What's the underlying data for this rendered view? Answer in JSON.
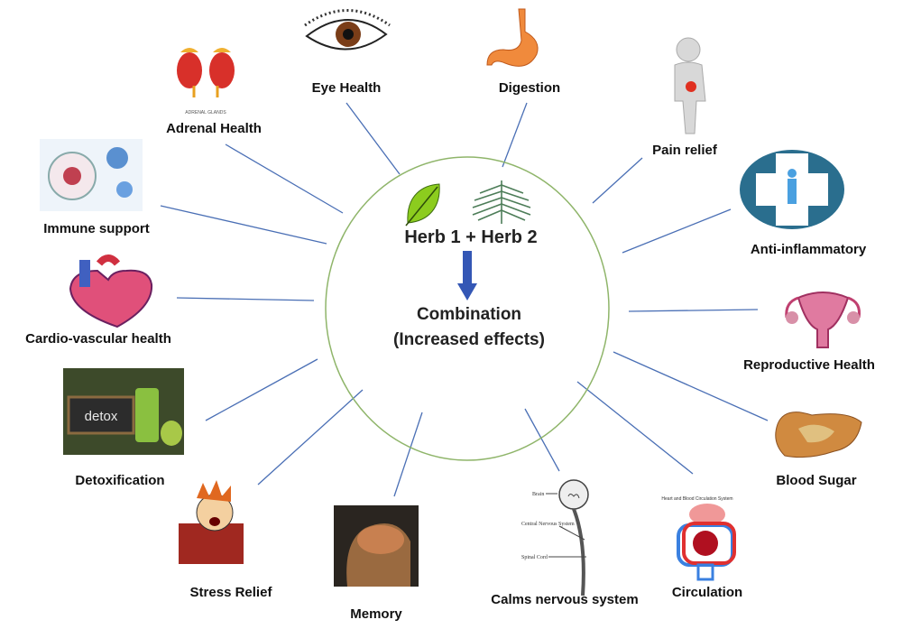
{
  "center": {
    "herbs": "Herb 1 + Herb 2",
    "result_line1": "Combination",
    "result_line2": "(Increased effects)",
    "icons": [
      "leaf-icon",
      "fern-icon",
      "arrow-down-icon"
    ]
  },
  "benefits": [
    {
      "id": "eye",
      "label": "Eye Health",
      "icon": "eye-icon"
    },
    {
      "id": "digestion",
      "label": "Digestion",
      "icon": "stomach-icon"
    },
    {
      "id": "adrenal",
      "label": "Adrenal Health",
      "icon": "adrenal-glands-icon",
      "caption": "ADRENAL GLANDS"
    },
    {
      "id": "pain",
      "label": "Pain relief",
      "icon": "pain-figure-icon"
    },
    {
      "id": "immune",
      "label": "Immune support",
      "icon": "immune-cell-icon"
    },
    {
      "id": "anti",
      "label": "Anti-inflammatory",
      "icon": "medical-cross-icon"
    },
    {
      "id": "cardio",
      "label": "Cardio-vascular health",
      "icon": "heart-icon"
    },
    {
      "id": "repro",
      "label": "Reproductive Health",
      "icon": "uterus-icon"
    },
    {
      "id": "detox",
      "label": "Detoxification",
      "icon": "detox-drink-icon",
      "caption": "detox"
    },
    {
      "id": "blood",
      "label": "Blood Sugar",
      "icon": "pancreas-icon"
    },
    {
      "id": "stress",
      "label": "Stress Relief",
      "icon": "stressed-person-icon"
    },
    {
      "id": "memory",
      "label": "Memory",
      "icon": "brain-icon"
    },
    {
      "id": "calms",
      "label": "Calms nervous system",
      "icon": "nervous-system-icon",
      "captions": [
        "Brain",
        "Central Nervous System",
        "Spinal Cord"
      ]
    },
    {
      "id": "circ",
      "label": "Circulation",
      "icon": "circulation-icon",
      "caption": "Heart and Blood Circulation System"
    }
  ],
  "colors": {
    "line": "#4a6fb5",
    "ellipse": "#8fb56a",
    "arrow": "#3457b5"
  }
}
